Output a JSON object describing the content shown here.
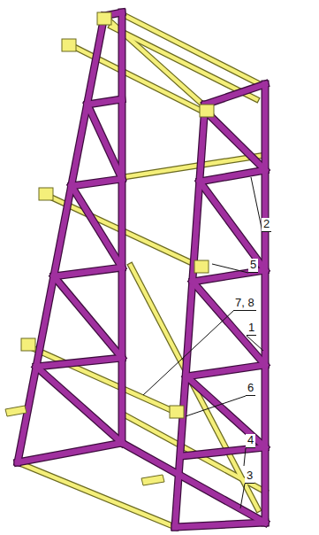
{
  "diagram": {
    "labels": [
      "2",
      "5",
      "7, 8",
      "1",
      "6",
      "4",
      "3"
    ]
  }
}
